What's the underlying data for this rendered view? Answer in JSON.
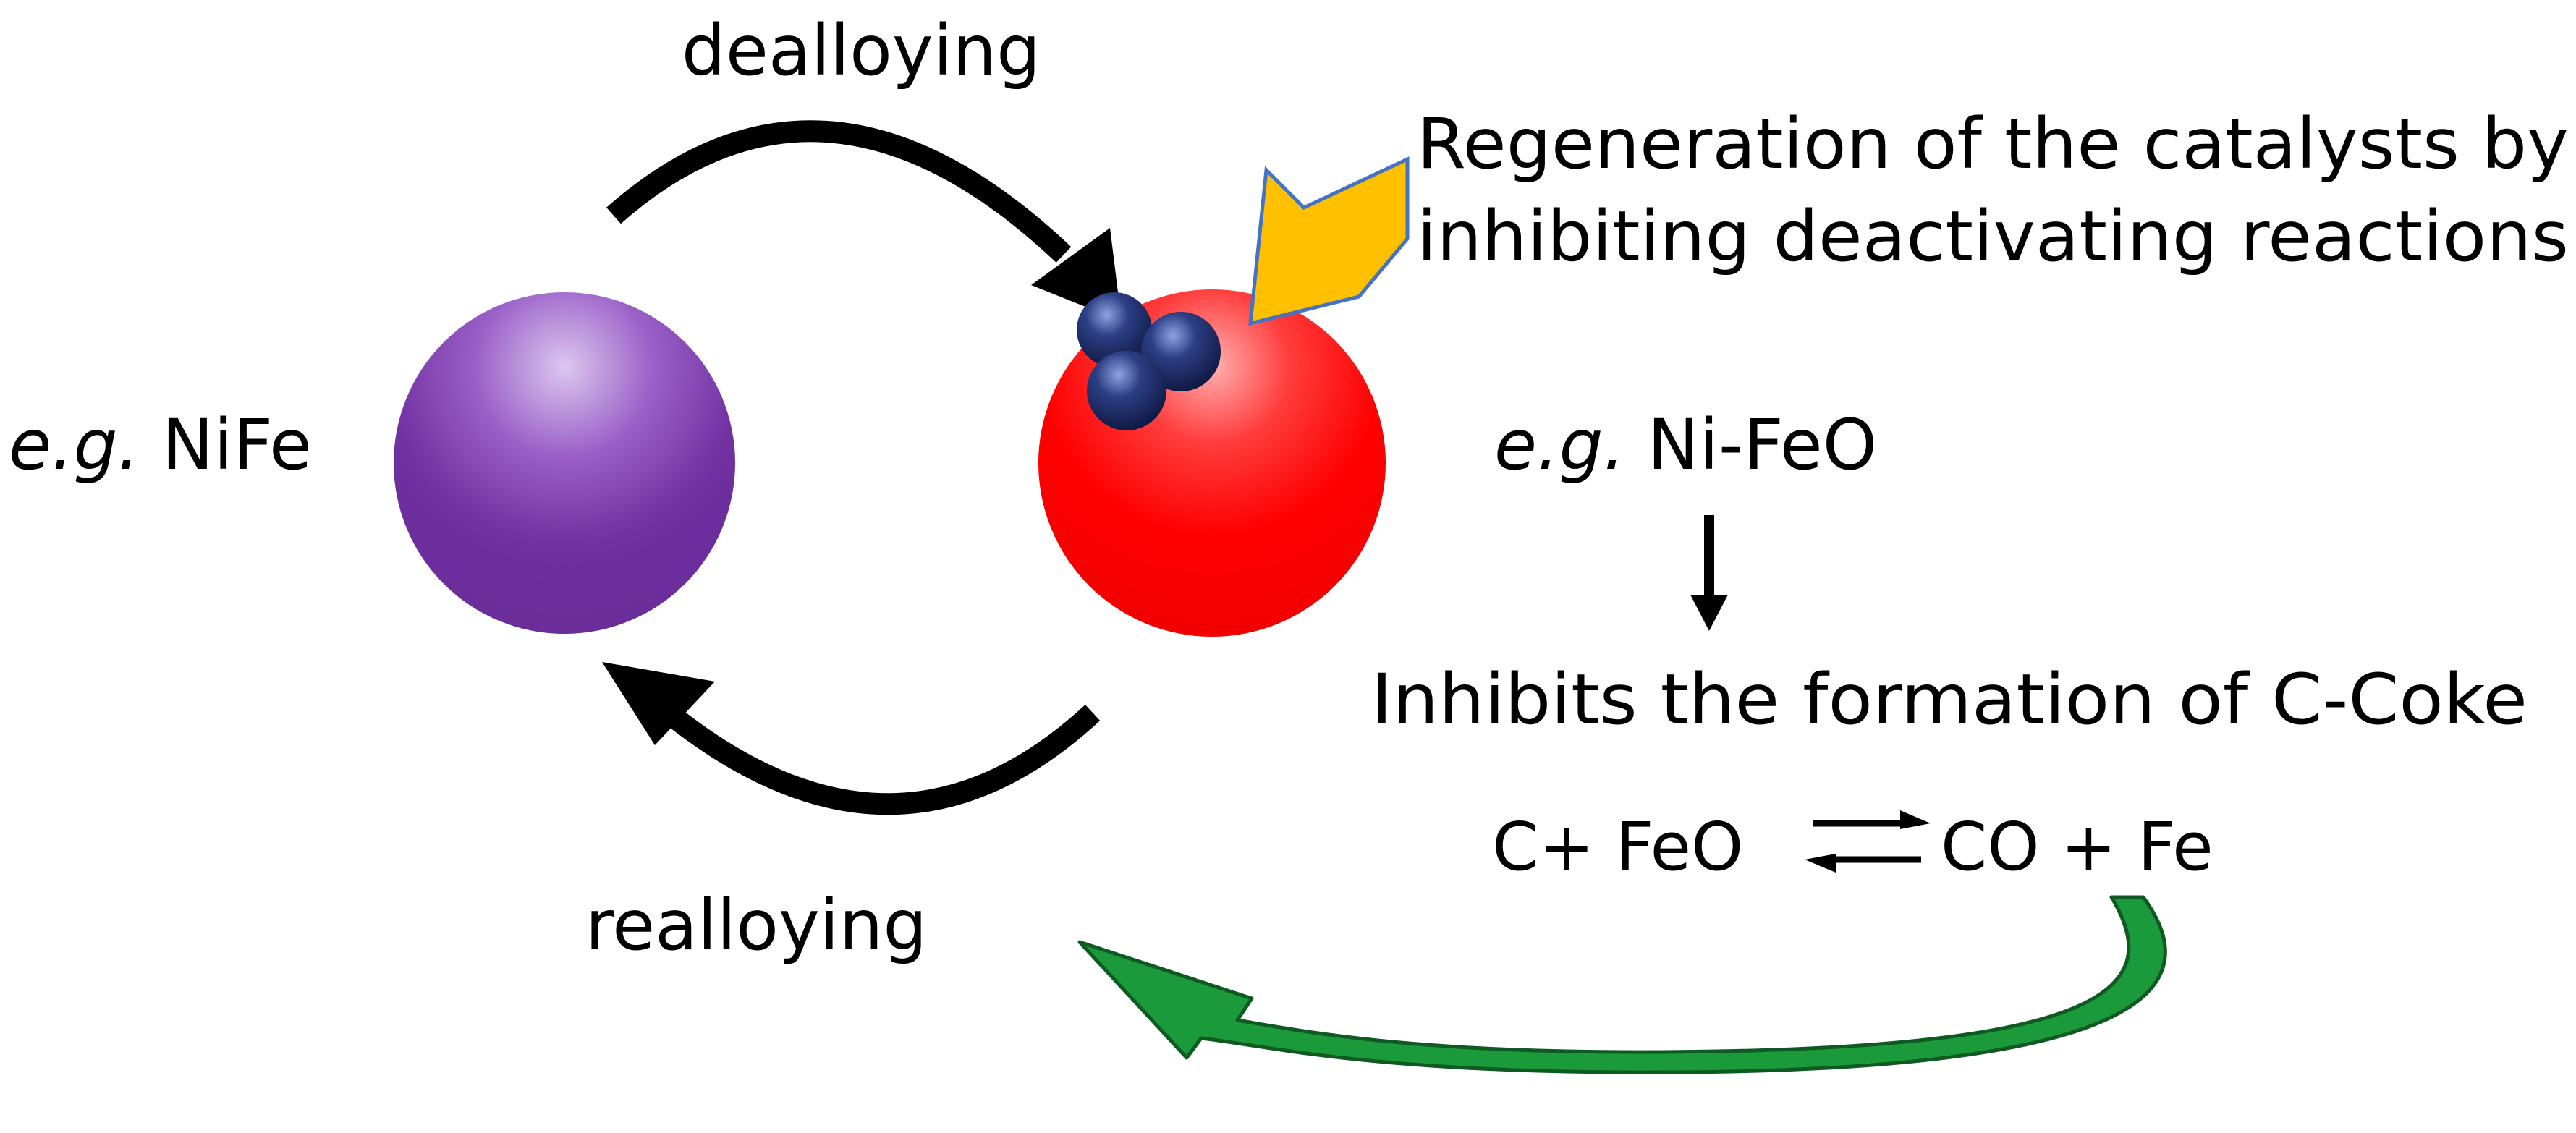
{
  "labels": {
    "dealloying": "dealloying",
    "realloying": "realloying",
    "alloy_prefix": "e.g.",
    "alloy_name": " NiFe",
    "oxide_prefix": "e.g.",
    "oxide_name": " Ni-FeO",
    "regeneration_line1": "Regeneration of the catalysts by",
    "regeneration_line2": "inhibiting deactivating reactions",
    "inhibits": "Inhibits the formation of C-Coke",
    "equation_left": "C+ FeO",
    "equation_right": "CO + Fe"
  },
  "colors": {
    "alloy_particle": "#7030a0",
    "oxide_particle": "#ff0000",
    "nanoparticles": "#1f2a5c",
    "cycle_arrows": "#000000",
    "regeneration_arrow": "#ffc000",
    "regeneration_arrow_outline": "#4472c4",
    "return_arrow": "#1a9a3a",
    "return_arrow_outline": "#0f5a22"
  }
}
